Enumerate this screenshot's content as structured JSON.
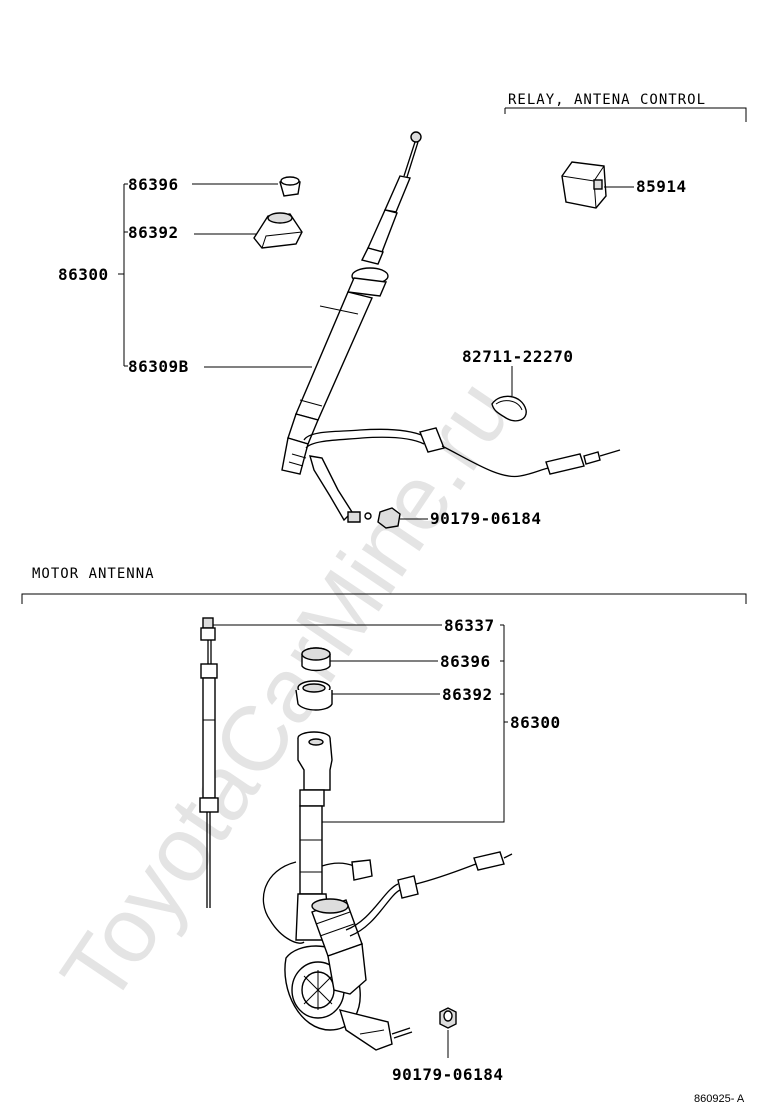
{
  "watermark": "ToyotaCarMine.ru",
  "sections": {
    "relay": "RELAY, ANTENA CONTROL",
    "motor": "MOTOR ANTENNA"
  },
  "top": {
    "p86396": "86396",
    "p86392": "86392",
    "p86300": "86300",
    "p86309b": "86309B",
    "p85914": "85914",
    "p82711": "82711-22270",
    "p90179": "90179-06184"
  },
  "bottom": {
    "p86337": "86337",
    "p86396": "86396",
    "p86392": "86392",
    "p86300": "86300",
    "p90179": "90179-06184"
  },
  "code": "860925- A"
}
